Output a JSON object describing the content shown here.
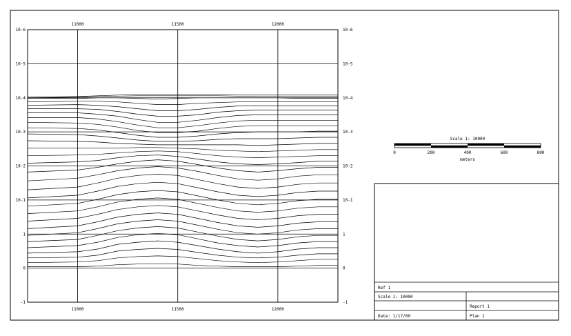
{
  "chart_data": {
    "type": "line",
    "y_scale": "log",
    "grid": true,
    "x_ticks": [
      {
        "value": 11000,
        "label": "11000"
      },
      {
        "value": 11500,
        "label": "11500"
      },
      {
        "value": 12000,
        "label": "12000"
      }
    ],
    "x_range": [
      10750,
      12300
    ],
    "y_ticks": [
      {
        "label": "10-6"
      },
      {
        "label": "10-5"
      },
      {
        "label": "10-4"
      },
      {
        "label": "10-3"
      },
      {
        "label": "10-2"
      },
      {
        "label": "10-1"
      },
      {
        "label": "1"
      },
      {
        "label": "0"
      },
      {
        "label": "-1"
      }
    ],
    "x": [
      10750,
      11000,
      11100,
      11200,
      11300,
      11400,
      11500,
      11600,
      11700,
      11800,
      11900,
      12000,
      12100,
      12200,
      12300
    ],
    "series": [
      {
        "values": [
          -0.04,
          -0.04,
          -0.06,
          -0.1,
          -0.12,
          -0.12,
          -0.12,
          -0.08,
          -0.06,
          -0.04,
          -0.04,
          -0.04,
          -0.06,
          -0.08,
          -0.08
        ]
      },
      {
        "values": [
          -0.16,
          -0.18,
          -0.22,
          -0.3,
          -0.34,
          -0.36,
          -0.34,
          -0.28,
          -0.22,
          -0.18,
          -0.16,
          -0.18,
          -0.22,
          -0.26,
          -0.26
        ]
      },
      {
        "values": [
          -0.3,
          -0.32,
          -0.38,
          -0.5,
          -0.55,
          -0.58,
          -0.55,
          -0.46,
          -0.38,
          -0.32,
          -0.3,
          -0.32,
          -0.38,
          -0.42,
          -0.42
        ]
      },
      {
        "values": [
          -0.44,
          -0.48,
          -0.56,
          -0.7,
          -0.76,
          -0.8,
          -0.76,
          -0.66,
          -0.56,
          -0.48,
          -0.44,
          -0.48,
          -0.56,
          -0.6,
          -0.6
        ]
      },
      {
        "values": [
          -0.6,
          -0.66,
          -0.76,
          -0.9,
          -0.98,
          -1.02,
          -0.98,
          -0.86,
          -0.74,
          -0.66,
          -0.62,
          -0.66,
          -0.74,
          -0.78,
          -0.78
        ]
      },
      {
        "values": [
          -0.78,
          -0.84,
          -0.96,
          -1.1,
          -1.18,
          -1.22,
          -1.18,
          -1.06,
          -0.94,
          -0.84,
          -0.8,
          -0.84,
          -0.92,
          -0.96,
          -0.96
        ]
      },
      {
        "values": [
          -0.96,
          -1.04,
          -1.16,
          -1.3,
          -1.38,
          -1.42,
          -1.38,
          -1.26,
          -1.14,
          -1.04,
          -1.0,
          -1.04,
          -1.12,
          -1.16,
          -1.16
        ]
      },
      {
        "values": [
          -1.16,
          -1.24,
          -1.36,
          -1.5,
          -1.58,
          -1.62,
          -1.58,
          -1.46,
          -1.34,
          -1.24,
          -1.2,
          -1.24,
          -1.32,
          -1.36,
          -1.36
        ]
      },
      {
        "values": [
          -1.38,
          -1.46,
          -1.58,
          -1.72,
          -1.8,
          -1.84,
          -1.8,
          -1.68,
          -1.56,
          -1.46,
          -1.42,
          -1.46,
          -1.54,
          -1.58,
          -1.58
        ]
      },
      {
        "values": [
          -1.6,
          -1.68,
          -1.8,
          -1.94,
          -2.02,
          -2.06,
          -2.02,
          -1.9,
          -1.78,
          -1.68,
          -1.64,
          -1.68,
          -1.76,
          -1.8,
          -1.8
        ]
      },
      {
        "values": [
          -1.82,
          -1.9,
          -2.02,
          -2.16,
          -2.24,
          -2.28,
          -2.24,
          -2.12,
          -2.0,
          -1.9,
          -1.86,
          -1.9,
          -1.98,
          -2.02,
          -2.02
        ]
      },
      {
        "values": [
          -2.06,
          -2.14,
          -2.26,
          -2.4,
          -2.48,
          -2.52,
          -2.48,
          -2.36,
          -2.24,
          -2.14,
          -2.1,
          -2.14,
          -2.22,
          -2.26,
          -2.26
        ]
      },
      {
        "values": [
          -2.3,
          -2.38,
          -2.5,
          -2.64,
          -2.72,
          -2.76,
          -2.72,
          -2.6,
          -2.48,
          -2.38,
          -2.34,
          -2.38,
          -2.46,
          -2.5,
          -2.5
        ]
      },
      {
        "values": [
          -2.56,
          -2.64,
          -2.74,
          -2.86,
          -2.94,
          -2.98,
          -2.94,
          -2.84,
          -2.72,
          -2.62,
          -2.58,
          -2.62,
          -2.7,
          -2.74,
          -2.74
        ]
      },
      {
        "values": [
          -2.82,
          -2.88,
          -2.96,
          -3.06,
          -3.14,
          -3.18,
          -3.14,
          -3.04,
          -2.94,
          -2.86,
          -2.82,
          -2.86,
          -2.92,
          -2.96,
          -2.96
        ]
      },
      {
        "values": [
          -3.08,
          -3.12,
          -3.16,
          -3.24,
          -3.3,
          -3.32,
          -3.28,
          -3.2,
          -3.12,
          -3.06,
          -3.04,
          -3.06,
          -3.1,
          -3.14,
          -3.14
        ]
      },
      {
        "values": [
          -3.3,
          -3.32,
          -3.34,
          -3.38,
          -3.42,
          -3.44,
          -3.42,
          -3.36,
          -3.3,
          -3.26,
          -3.24,
          -3.26,
          -3.28,
          -3.3,
          -3.3
        ]
      },
      {
        "values": [
          -3.52,
          -3.52,
          -3.52,
          -3.52,
          -3.54,
          -3.54,
          -3.52,
          -3.5,
          -3.46,
          -3.44,
          -3.42,
          -3.44,
          -3.46,
          -3.48,
          -3.48
        ]
      },
      {
        "values": [
          -3.74,
          -3.72,
          -3.7,
          -3.66,
          -3.64,
          -3.62,
          -3.62,
          -3.62,
          -3.62,
          -3.62,
          -3.6,
          -3.62,
          -3.64,
          -3.66,
          -3.66
        ]
      },
      {
        "values": [
          -3.94,
          -3.92,
          -3.88,
          -3.82,
          -3.76,
          -3.72,
          -3.72,
          -3.74,
          -3.78,
          -3.8,
          -3.8,
          -3.8,
          -3.82,
          -3.84,
          -3.84
        ]
      },
      {
        "values": [
          -4.12,
          -4.1,
          -4.06,
          -3.98,
          -3.9,
          -3.84,
          -3.84,
          -3.88,
          -3.94,
          -3.98,
          -4.0,
          -4.0,
          -4.0,
          -4.02,
          -4.02
        ]
      },
      {
        "values": [
          -4.28,
          -4.26,
          -4.22,
          -4.14,
          -4.04,
          -3.98,
          -3.98,
          -4.02,
          -4.1,
          -4.16,
          -4.18,
          -4.18,
          -4.18,
          -4.18,
          -4.18
        ]
      },
      {
        "values": [
          -4.42,
          -4.42,
          -4.38,
          -4.3,
          -4.2,
          -4.12,
          -4.12,
          -4.18,
          -4.26,
          -4.32,
          -4.34,
          -4.34,
          -4.34,
          -4.34,
          -4.34
        ]
      },
      {
        "values": [
          -4.56,
          -4.56,
          -4.52,
          -4.46,
          -4.36,
          -4.28,
          -4.28,
          -4.34,
          -4.42,
          -4.48,
          -4.5,
          -4.5,
          -4.5,
          -4.5,
          -4.5
        ]
      },
      {
        "values": [
          -4.68,
          -4.68,
          -4.66,
          -4.6,
          -4.52,
          -4.46,
          -4.46,
          -4.5,
          -4.58,
          -4.62,
          -4.64,
          -4.64,
          -4.64,
          -4.64,
          -4.64
        ]
      },
      {
        "values": [
          -4.78,
          -4.8,
          -4.78,
          -4.74,
          -4.68,
          -4.62,
          -4.62,
          -4.66,
          -4.72,
          -4.76,
          -4.76,
          -4.76,
          -4.76,
          -4.76,
          -4.76
        ]
      },
      {
        "values": [
          -4.88,
          -4.9,
          -4.9,
          -4.88,
          -4.84,
          -4.8,
          -4.8,
          -4.84,
          -4.86,
          -4.88,
          -4.88,
          -4.88,
          -4.88,
          -4.88,
          -4.88
        ]
      },
      {
        "values": [
          -4.98,
          -4.98,
          -5.0,
          -5.0,
          -4.98,
          -4.96,
          -4.98,
          -5.0,
          -5.0,
          -5.0,
          -5.0,
          -5.0,
          -4.98,
          -4.98,
          -4.98
        ]
      },
      {
        "values": [
          -5.0,
          -5.02,
          -5.04,
          -5.05,
          -5.06,
          -5.06,
          -5.06,
          -5.06,
          -5.06,
          -5.05,
          -5.04,
          -5.04,
          -5.04,
          -5.04,
          -5.04
        ]
      },
      {
        "values": [
          -5.02,
          -5.04,
          -5.06,
          -5.08,
          -5.1,
          -5.1,
          -5.1,
          -5.1,
          -5.1,
          -5.08,
          -5.08,
          -5.08,
          -5.08,
          -5.08,
          -5.08
        ]
      }
    ]
  },
  "scale_bar": {
    "title": "Scale 1: 10000",
    "ticks": [
      "0",
      "200",
      "400",
      "600",
      "800"
    ],
    "unit": "meters"
  },
  "title_block": {
    "ref": "Ref 1",
    "scale": "Scale 1: 10000",
    "report": "Report 1",
    "date": "Date: 1/17/00",
    "plan": "Plan 1"
  }
}
